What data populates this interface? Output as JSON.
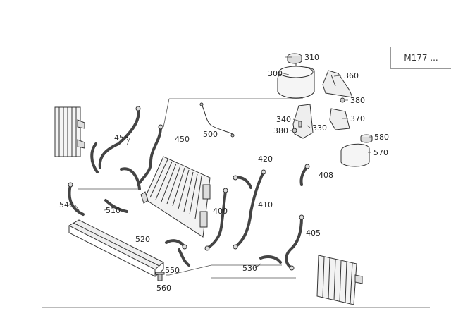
{
  "engine_code": "M177 ...",
  "part_numbers": {
    "p310": "310",
    "p300": "300",
    "p360": "360",
    "p380a": "380",
    "p370": "370",
    "p340": "340",
    "p380b": "380",
    "p330": "330",
    "p580": "580",
    "p570": "570",
    "p500": "500",
    "p450": "450",
    "p455": "455",
    "p420": "420",
    "p408": "408",
    "p540": "540",
    "p510": "510",
    "p400": "400",
    "p410": "410",
    "p405": "405",
    "p520": "520",
    "p550": "550",
    "p530": "530",
    "p560": "560"
  },
  "colors": {
    "line": "#333333",
    "hose": "#444444",
    "label": "#222222"
  }
}
